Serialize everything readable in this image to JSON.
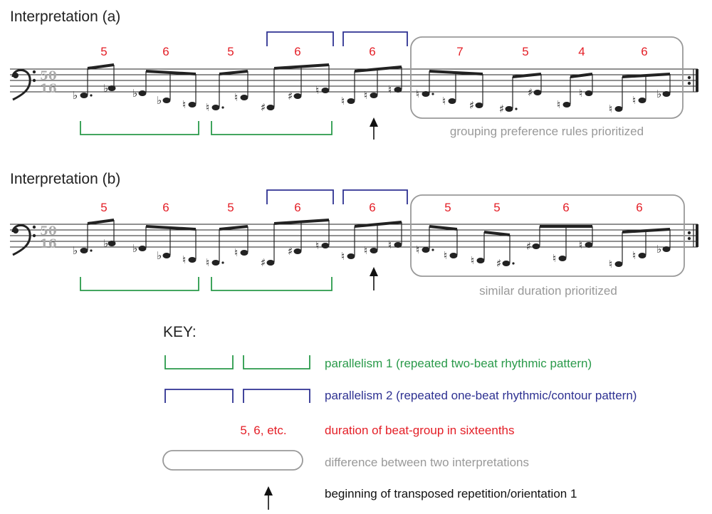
{
  "interpretations": [
    {
      "title": "Interpretation (a)",
      "numbers": [
        "5",
        "6",
        "5",
        "6",
        "6",
        "7",
        "5",
        "4",
        "6"
      ],
      "caption": "grouping preference rules prioritized"
    },
    {
      "title": "Interpretation (b)",
      "numbers": [
        "5",
        "6",
        "5",
        "6",
        "6",
        "5",
        "5",
        "6",
        "6"
      ],
      "caption": "similar duration prioritized"
    }
  ],
  "time_signature": {
    "top": "50",
    "bottom": "16"
  },
  "key": {
    "heading": "KEY:",
    "green": "parallelism 1 (repeated two-beat rhythmic pattern)",
    "blue": "parallelism 2 (repeated one-beat rhythmic/contour pattern)",
    "red_sample": "5, 6, etc.",
    "red": "duration of beat-group in sixteenths",
    "gray": "difference between two interpretations",
    "black": "beginning of transposed repetition/orientation 1"
  },
  "colors": {
    "green": "#2a9a4a",
    "blue": "#2e3192",
    "red": "#e41e26",
    "gray": "#999999"
  }
}
